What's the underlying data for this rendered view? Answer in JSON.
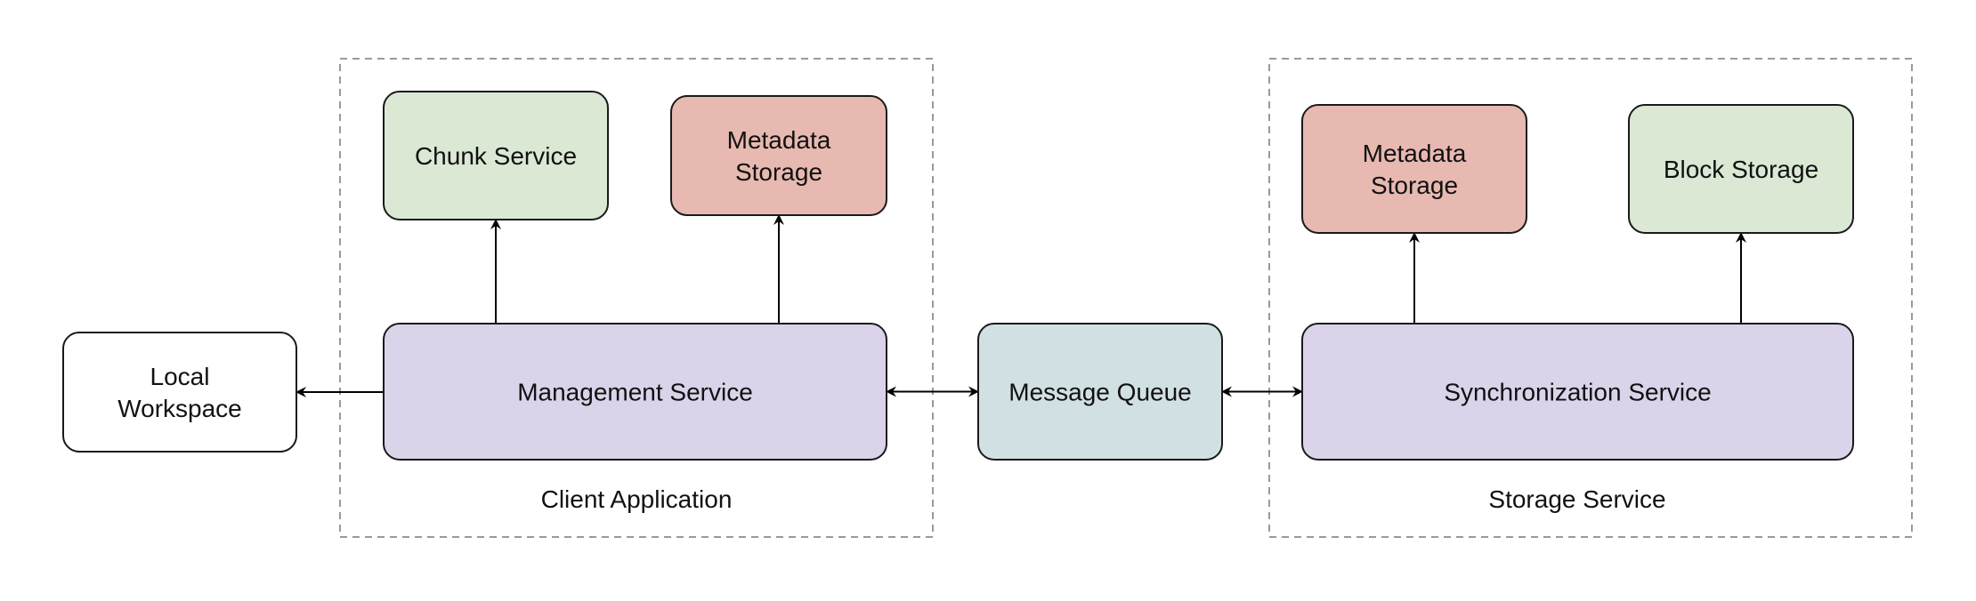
{
  "colors": {
    "green": "#dae8d4",
    "red": "#e8b9b1",
    "purple": "#dbd3ea",
    "teal": "#d1e0e3",
    "white": "#ffffff"
  },
  "groups": {
    "client": {
      "label": "Client Application"
    },
    "storage": {
      "label": "Storage Service"
    }
  },
  "nodes": {
    "local_workspace": {
      "lines": [
        "Local",
        "Workspace"
      ],
      "fill": "white"
    },
    "chunk_service": {
      "lines": [
        "Chunk Service"
      ],
      "fill": "green"
    },
    "client_metadata_storage": {
      "lines": [
        "Metadata",
        "Storage"
      ],
      "fill": "red"
    },
    "management_service": {
      "lines": [
        "Management Service"
      ],
      "fill": "purple"
    },
    "message_queue": {
      "lines": [
        "Message Queue"
      ],
      "fill": "teal"
    },
    "storage_metadata_storage": {
      "lines": [
        "Metadata",
        "Storage"
      ],
      "fill": "red"
    },
    "block_storage": {
      "lines": [
        "Block Storage"
      ],
      "fill": "green"
    },
    "synchronization_service": {
      "lines": [
        "Synchronization Service"
      ],
      "fill": "purple"
    }
  },
  "edges": [
    {
      "from": "management_service",
      "to": "local_workspace",
      "direction": "forward"
    },
    {
      "from": "management_service",
      "to": "chunk_service",
      "direction": "forward"
    },
    {
      "from": "management_service",
      "to": "client_metadata_storage",
      "direction": "forward"
    },
    {
      "from": "management_service",
      "to": "message_queue",
      "direction": "both"
    },
    {
      "from": "message_queue",
      "to": "synchronization_service",
      "direction": "both"
    },
    {
      "from": "synchronization_service",
      "to": "storage_metadata_storage",
      "direction": "forward"
    },
    {
      "from": "synchronization_service",
      "to": "block_storage",
      "direction": "forward"
    }
  ]
}
